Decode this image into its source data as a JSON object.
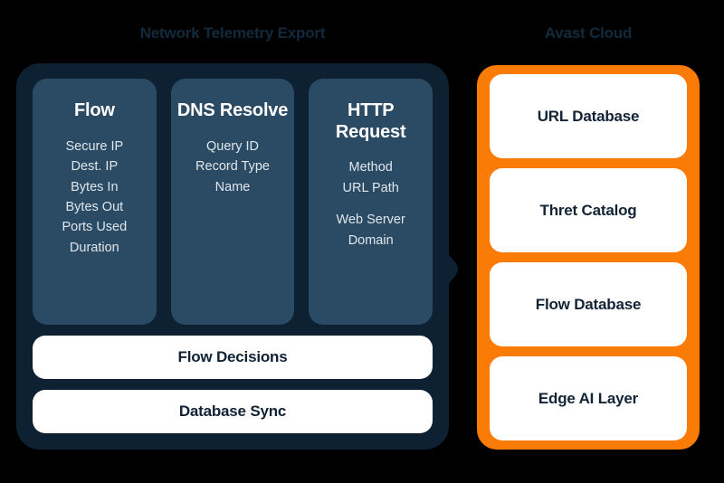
{
  "colors": {
    "background": "#000000",
    "panel_dark": "#0d2133",
    "card_slate": "#2b4b64",
    "panel_orange": "#fa7b05",
    "card_white": "#ffffff",
    "title_text": "#132a3d",
    "heading_text": "#ffffff",
    "body_text": "#dfe6ec",
    "dark_label_text": "#112234"
  },
  "left": {
    "title": "Network Telemetry Export",
    "columns": [
      {
        "heading": "Flow",
        "items": [
          {
            "label": "Secure IP",
            "gap_before": false
          },
          {
            "label": "Dest. IP",
            "gap_before": false
          },
          {
            "label": "Bytes In",
            "gap_before": false
          },
          {
            "label": "Bytes Out",
            "gap_before": false
          },
          {
            "label": "Ports Used",
            "gap_before": false
          },
          {
            "label": "Duration",
            "gap_before": false
          }
        ]
      },
      {
        "heading": "DNS Resolve",
        "items": [
          {
            "label": "Query ID",
            "gap_before": false
          },
          {
            "label": "Record Type",
            "gap_before": false
          },
          {
            "label": "Name",
            "gap_before": false
          }
        ]
      },
      {
        "heading": "HTTP Request",
        "items": [
          {
            "label": "Method",
            "gap_before": false
          },
          {
            "label": "URL Path",
            "gap_before": false
          },
          {
            "label": "Web Server Domain",
            "gap_before": true
          }
        ]
      }
    ],
    "bars": [
      {
        "label": "Flow Decisions"
      },
      {
        "label": "Database Sync"
      }
    ]
  },
  "connector": {
    "icon": "arrow-right-icon"
  },
  "right": {
    "title": "Avast Cloud",
    "cards": [
      {
        "label": "URL Database"
      },
      {
        "label": "Thret Catalog"
      },
      {
        "label": "Flow Database"
      },
      {
        "label": "Edge AI Layer"
      }
    ]
  }
}
